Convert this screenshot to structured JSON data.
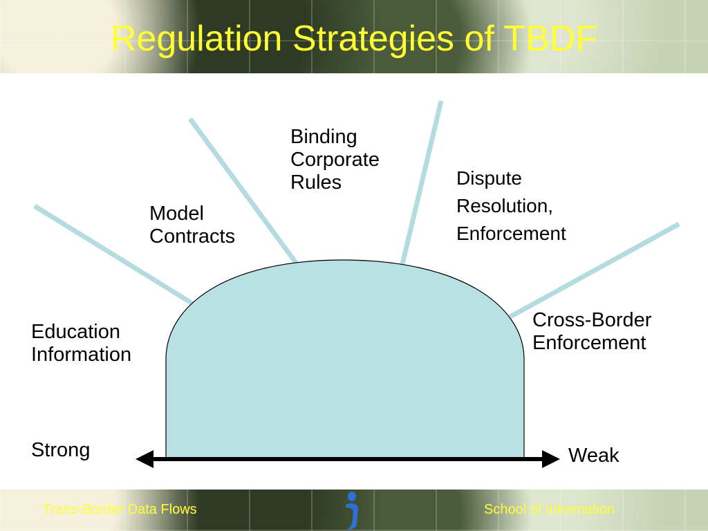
{
  "slide": {
    "title": "Regulation Strategies of TBDF",
    "footer_left": "Trans-Border Data Flows",
    "footer_right": "School of Information",
    "logo_icon": "i-person-logo-icon"
  },
  "colors": {
    "title": "#ffff33",
    "dome_fill": "#b9e0e3",
    "rays": "#b3dbe0",
    "arrow": "#000000"
  },
  "strategies": {
    "education": "Education\nInformation",
    "model": "Model\nContracts",
    "binding": "Binding\nCorporate\nRules",
    "dispute": "Dispute\nResolution,\nEnforcement",
    "crossborder": "Cross-Border\nEnforcement"
  },
  "scale": {
    "strong": "Strong",
    "weak": "Weak"
  }
}
